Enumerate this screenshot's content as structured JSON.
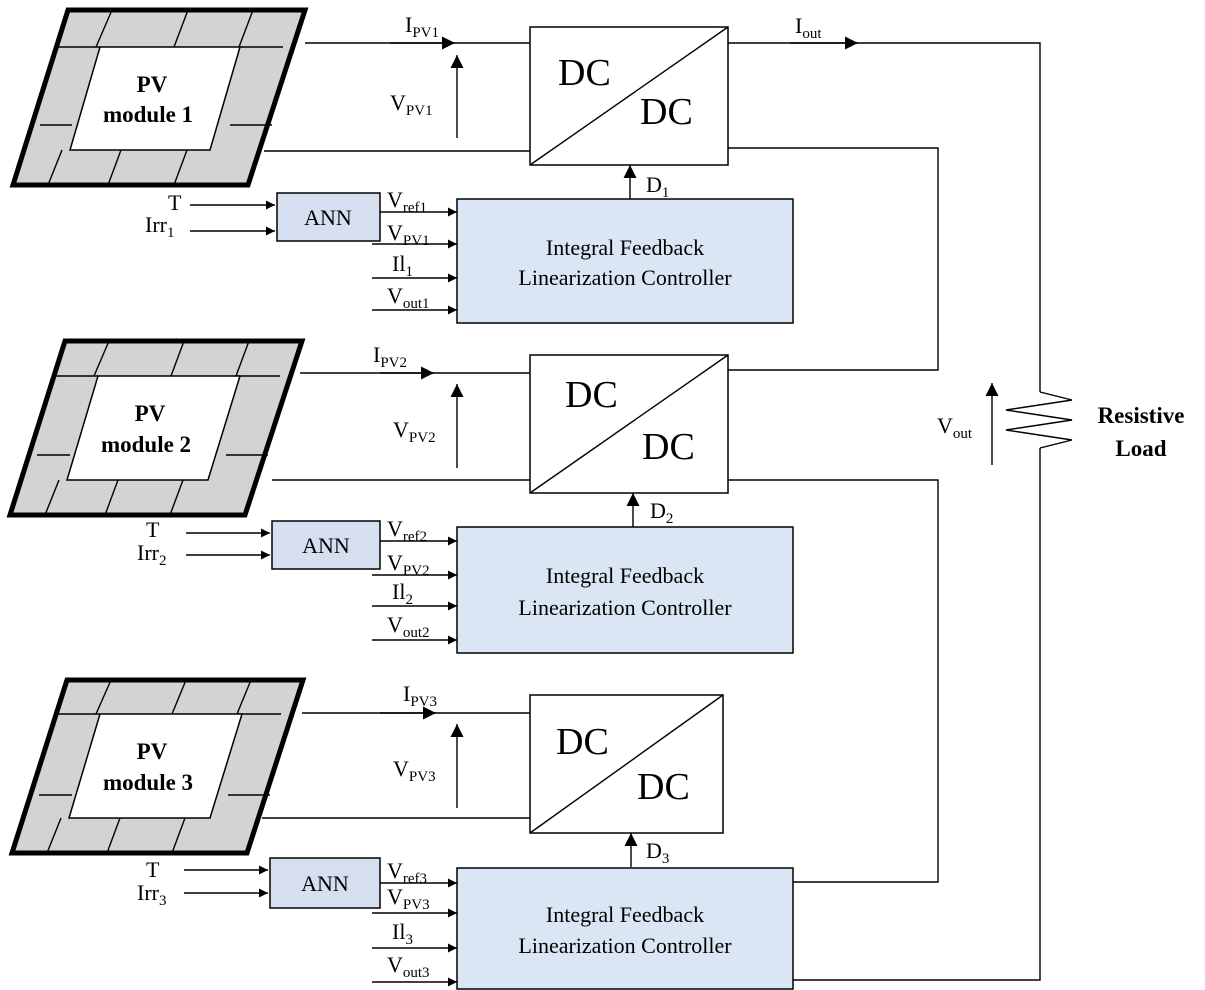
{
  "colors": {
    "panel_fill": "#d3d3d3",
    "ann_fill": "#d6dff0",
    "controller_fill": "#dae6f4",
    "line": "#000000"
  },
  "output": {
    "current_label": "I",
    "current_sub": "out",
    "voltage_label": "V",
    "voltage_sub": "out",
    "load_line1": "Resistive",
    "load_line2": "Load"
  },
  "stages": [
    {
      "pv_line1": "PV",
      "pv_line2": "module 1",
      "ipv": "I",
      "ipv_sub": "PV1",
      "vpv": "V",
      "vpv_sub": "PV1",
      "dc_top": "DC",
      "dc_bottom": "DC",
      "duty": "D",
      "duty_sub": "1",
      "t": "T",
      "irr": "Irr",
      "irr_sub": "1",
      "ann": "ANN",
      "in_vref": "V",
      "in_vref_sub": "ref1",
      "in_vpv": "V",
      "in_vpv_sub": "PV1",
      "in_il": "Il",
      "in_il_sub": "1",
      "in_vout": "V",
      "in_vout_sub": "out1",
      "ctl_line1": "Integral Feedback",
      "ctl_line2": "Linearization Controller"
    },
    {
      "pv_line1": "PV",
      "pv_line2": "module 2",
      "ipv": "I",
      "ipv_sub": "PV2",
      "vpv": "V",
      "vpv_sub": "PV2",
      "dc_top": "DC",
      "dc_bottom": "DC",
      "duty": "D",
      "duty_sub": "2",
      "t": "T",
      "irr": "Irr",
      "irr_sub": "2",
      "ann": "ANN",
      "in_vref": "V",
      "in_vref_sub": "ref2",
      "in_vpv": "V",
      "in_vpv_sub": "PV2",
      "in_il": "Il",
      "in_il_sub": "2",
      "in_vout": "V",
      "in_vout_sub": "out2",
      "ctl_line1": "Integral Feedback",
      "ctl_line2": "Linearization Controller"
    },
    {
      "pv_line1": "PV",
      "pv_line2": "module 3",
      "ipv": "I",
      "ipv_sub": "PV3",
      "vpv": "V",
      "vpv_sub": "PV3",
      "dc_top": "DC",
      "dc_bottom": "DC",
      "duty": "D",
      "duty_sub": "3",
      "t": "T",
      "irr": "Irr",
      "irr_sub": "3",
      "ann": "ANN",
      "in_vref": "V",
      "in_vref_sub": "ref3",
      "in_vpv": "V",
      "in_vpv_sub": "PV3",
      "in_il": "Il",
      "in_il_sub": "3",
      "in_vout": "V",
      "in_vout_sub": "out3",
      "ctl_line1": "Integral Feedback",
      "ctl_line2": "Linearization Controller"
    }
  ]
}
